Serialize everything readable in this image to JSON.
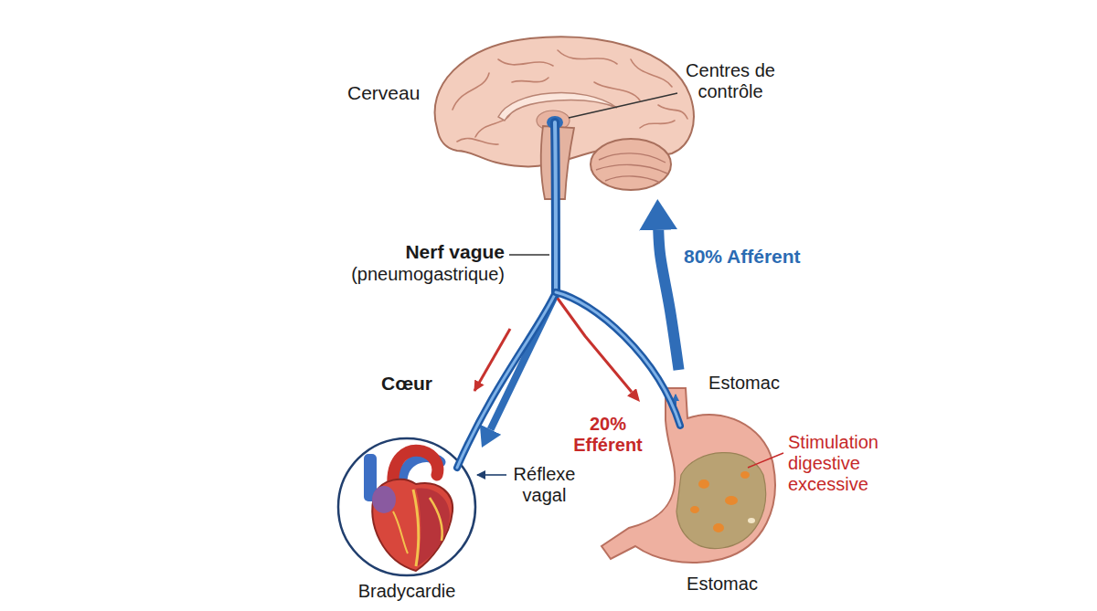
{
  "diagram": {
    "nodes": [
      {
        "text": [
          "Cerveau"
        ]
      },
      {
        "text": [
          "Cœur",
          "Bradycardie"
        ]
      },
      {
        "text": [
          "Estomac",
          "Estomac"
        ]
      }
    ],
    "edges": [
      {
        "from": 0,
        "to": 1,
        "arrow": "to"
      },
      {
        "from": 0,
        "to": 2,
        "label": "20% Efférent",
        "arrow": "to"
      },
      {
        "from": 2,
        "to": 0,
        "label": "80% Afférent",
        "arrow": "to"
      }
    ],
    "labels": [
      "Centres de contrôle",
      "Nerf vague",
      "(pneumogastrique)",
      "Réflexe vagal",
      "Stimulation digestive excessive"
    ]
  }
}
